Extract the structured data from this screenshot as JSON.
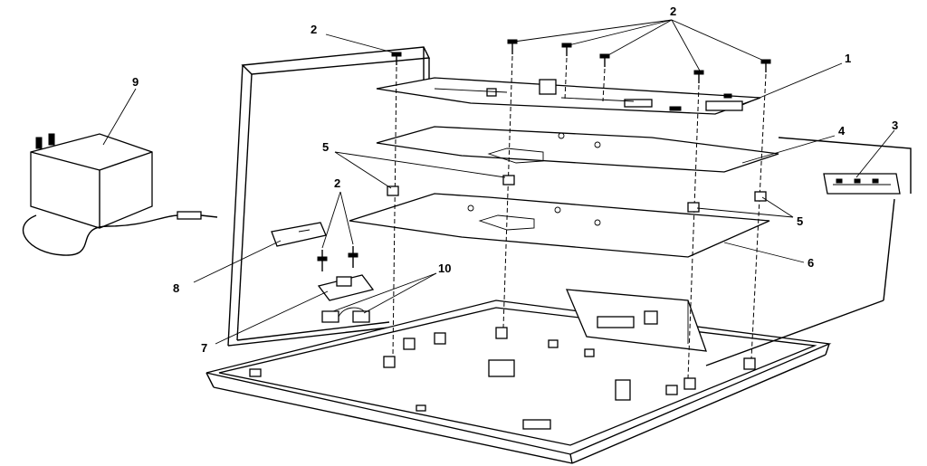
{
  "diagram": {
    "callouts": [
      {
        "id": "c2a",
        "text": "2"
      },
      {
        "id": "c2b",
        "text": "2"
      },
      {
        "id": "c9",
        "text": "9"
      },
      {
        "id": "c1",
        "text": "1"
      },
      {
        "id": "c3",
        "text": "3"
      },
      {
        "id": "c4",
        "text": "4"
      },
      {
        "id": "c5a",
        "text": "5"
      },
      {
        "id": "c2c",
        "text": "2"
      },
      {
        "id": "c5b",
        "text": "5"
      },
      {
        "id": "c10",
        "text": "10"
      },
      {
        "id": "c6",
        "text": "6"
      },
      {
        "id": "c8",
        "text": "8"
      },
      {
        "id": "c7",
        "text": "7"
      }
    ],
    "ink_color": "#000000",
    "paper_color": "#ffffff"
  }
}
